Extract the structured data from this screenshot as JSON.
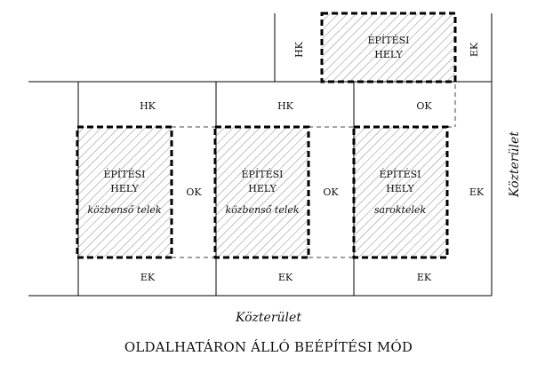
{
  "top_plot": {
    "building_label_line1": "ÉPÍTÉSI",
    "building_label_line2": "HELY",
    "left_setback": "HK",
    "right_setback": "EK"
  },
  "plots": [
    {
      "top_setback": "HK",
      "building_label_line1": "ÉPÍTÉSI",
      "building_label_line2": "HELY",
      "type_label": "közbenső telek",
      "side_setback": "OK",
      "bottom_setback": "EK"
    },
    {
      "top_setback": "HK",
      "building_label_line1": "ÉPÍTÉSI",
      "building_label_line2": "HELY",
      "type_label": "közbenső telek",
      "side_setback": "OK",
      "bottom_setback": "EK"
    },
    {
      "top_setback": "OK",
      "building_label_line1": "ÉPÍTÉSI",
      "building_label_line2": "HELY",
      "type_label": "saroktelek",
      "side_setback": "EK",
      "bottom_setback": "EK"
    }
  ],
  "public_area_right": "Közterület",
  "public_area_bottom": "Közterület",
  "title": "OLDALHATÁRON ÁLLÓ BEÉPÍTÉSI MÓD"
}
